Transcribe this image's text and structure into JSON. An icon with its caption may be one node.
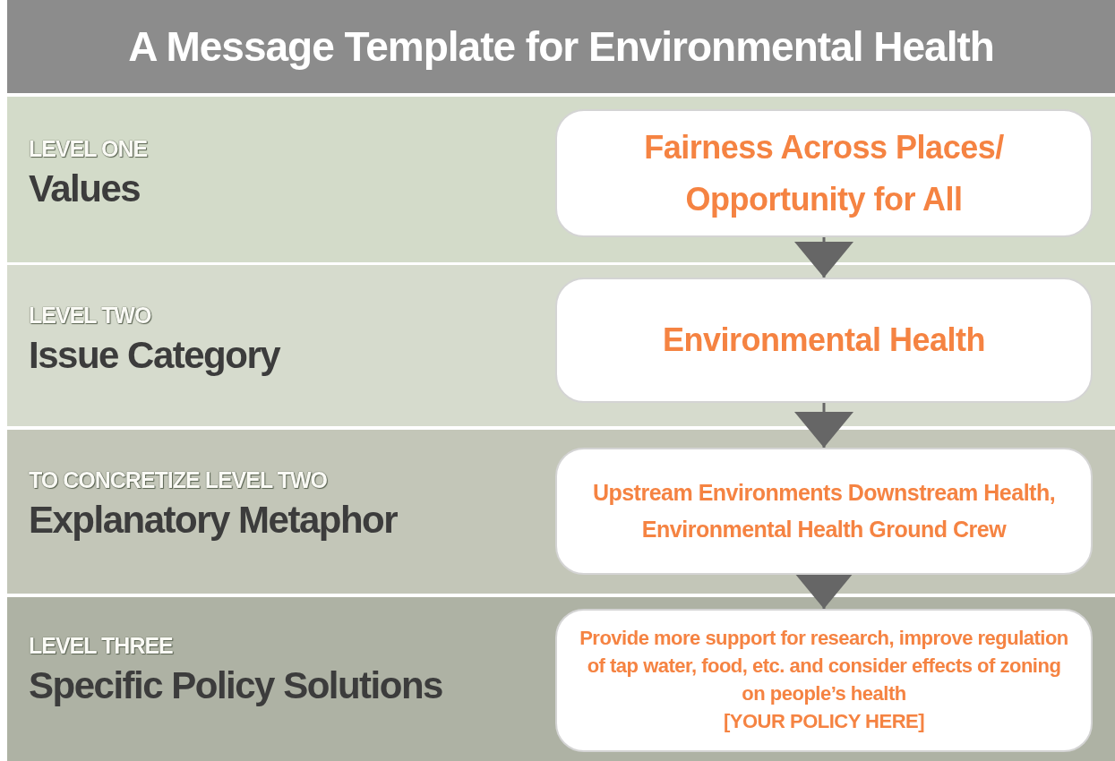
{
  "diagram": {
    "title": "A Message Template for Environmental Health",
    "nodes": [
      {
        "text": [
          "LEVEL ONE",
          "Values"
        ]
      },
      {
        "text": [
          "Fairness Across Places/ Opportunity for All"
        ],
        "in": 0
      },
      {
        "text": [
          "LEVEL TWO",
          "Issue Category"
        ]
      },
      {
        "text": [
          "Environmental Health"
        ],
        "in": 2
      },
      {
        "text": [
          "TO CONCRETIZE LEVEL TWO",
          "Explanatory Metaphor"
        ]
      },
      {
        "text": [
          "Upstream Environments Downstream Health, Environmental Health Ground Crew"
        ],
        "in": 4
      },
      {
        "text": [
          "LEVEL THREE",
          "Specific Policy Solutions"
        ]
      },
      {
        "text": [
          "Provide more support for research, improve regulation of tap water, food, etc. and consider effects of zoning on people’s health",
          "[YOUR POLICY HERE]"
        ],
        "in": 6
      }
    ],
    "edges": [
      {
        "from": 1,
        "to": 3,
        "arrow": "to"
      },
      {
        "from": 3,
        "to": 5,
        "arrow": "to"
      },
      {
        "from": 5,
        "to": 7,
        "arrow": "to"
      }
    ]
  }
}
